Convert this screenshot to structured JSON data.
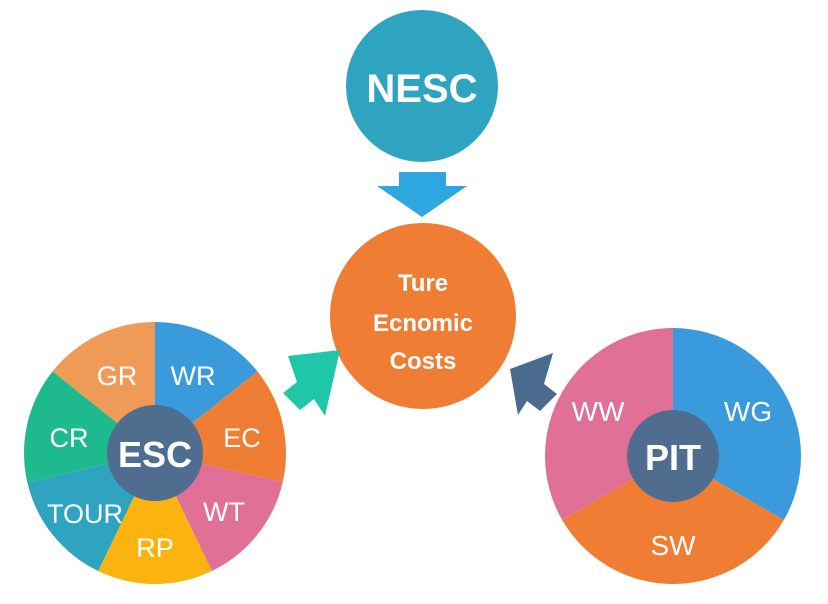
{
  "top_node": {
    "label": "NESC",
    "color": "#2ea4c1"
  },
  "center_node": {
    "lines": [
      "Ture",
      "Ecnomic",
      "Costs"
    ],
    "color": "#ef7d33"
  },
  "left_wheel": {
    "hub_label": "ESC",
    "hub_color": "#4f6d8f",
    "segments": [
      {
        "label": "WR",
        "color": "#3a9bdc"
      },
      {
        "label": "EC",
        "color": "#ef7d33"
      },
      {
        "label": "WT",
        "color": "#e07095"
      },
      {
        "label": "RP",
        "color": "#fbb40f"
      },
      {
        "label": "TOUR",
        "color": "#2ea4c1"
      },
      {
        "label": "CR",
        "color": "#1fb98e"
      },
      {
        "label": "GR",
        "color": "#f09a57"
      }
    ]
  },
  "right_wheel": {
    "hub_label": "PIT",
    "hub_color": "#4f6d8f",
    "segments": [
      {
        "label": "WG",
        "color": "#3a9bdc"
      },
      {
        "label": "SW",
        "color": "#ef7d33"
      },
      {
        "label": "WW",
        "color": "#e07095"
      }
    ]
  },
  "arrows": {
    "top_color": "#2ea6e0",
    "left_color": "#1fc7a8",
    "right_color": "#4a6a8e"
  }
}
